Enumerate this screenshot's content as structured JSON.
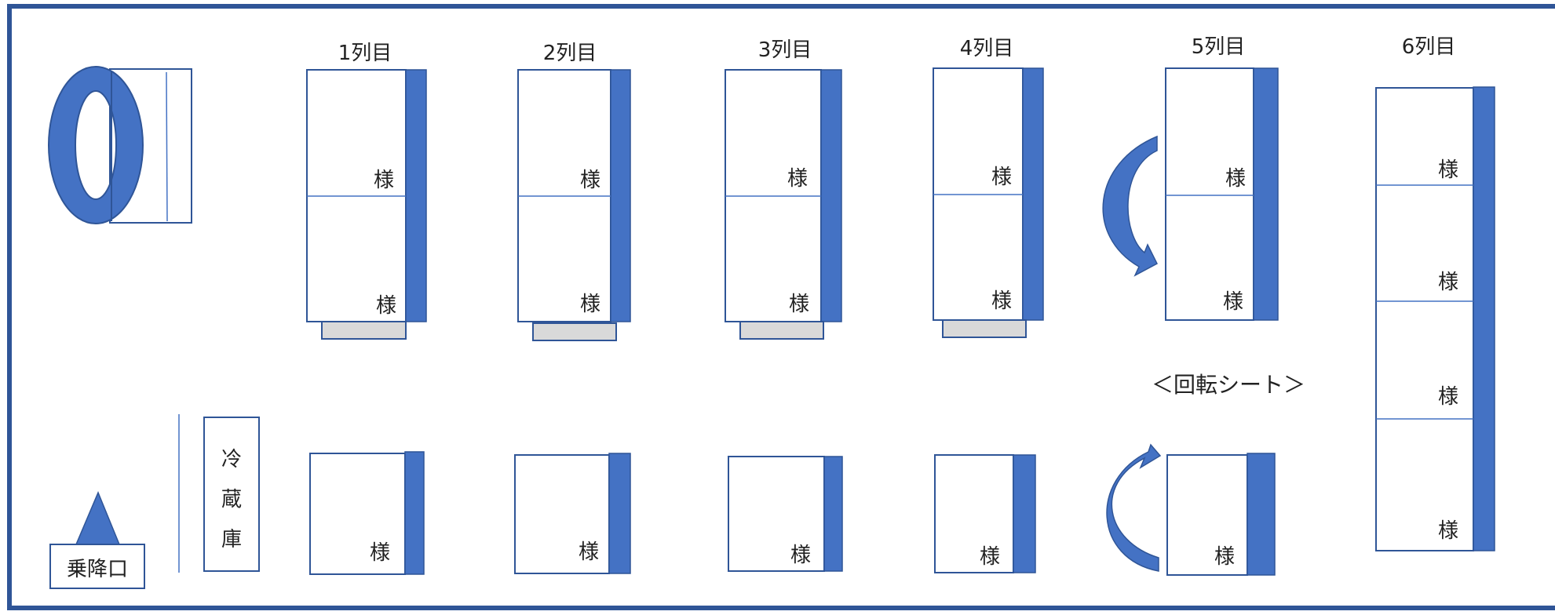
{
  "colors": {
    "accent": "#4472C4",
    "outline": "#2F5597",
    "frame": "#2F5597",
    "footrest": "#D9D9D9",
    "divider": "#4472C4"
  },
  "icons": {
    "steering": "steering-wheel-icon",
    "entrance": "triangle-marker-icon",
    "rotate": "rotation-arrow-icon"
  },
  "row_labels": [
    "1列目",
    "2列目",
    "3列目",
    "4列目",
    "5列目",
    "6列目"
  ],
  "seat_label": "様",
  "entrance_label": "乗降口",
  "fridge_label": [
    "冷",
    "蔵",
    "庫"
  ],
  "rotating_seat_label": "＜回転シート＞"
}
